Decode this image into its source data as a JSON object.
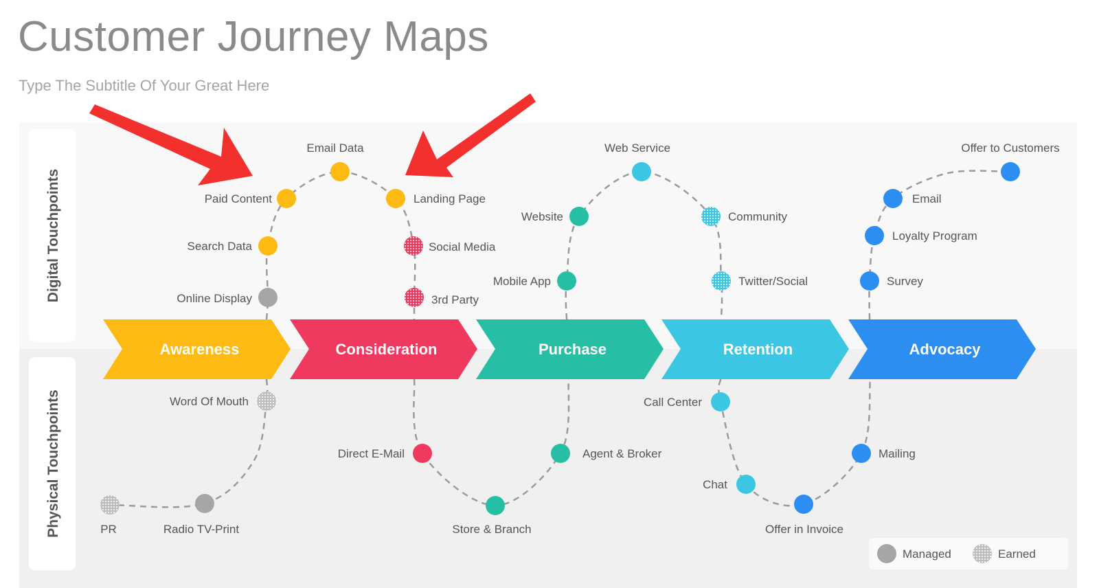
{
  "header": {
    "title": "Customer Journey Maps",
    "subtitle": "Type The Subtitle Of Your Great Here"
  },
  "sections": {
    "digital": "Digital Touchpoints",
    "physical": "Physical Touchpoints"
  },
  "stages": [
    {
      "label": "Awareness",
      "color": "#FDBA12"
    },
    {
      "label": "Consideration",
      "color": "#F0395F"
    },
    {
      "label": "Purchase",
      "color": "#26BFA5"
    },
    {
      "label": "Retention",
      "color": "#3BC7E3"
    },
    {
      "label": "Advocacy",
      "color": "#2B8EF0"
    }
  ],
  "touchpoints": [
    {
      "label": "Email Data",
      "color": "#FDBA12",
      "type": "managed"
    },
    {
      "label": "Paid Content",
      "color": "#FDBA12",
      "type": "managed"
    },
    {
      "label": "Landing Page",
      "color": "#FDBA12",
      "type": "managed"
    },
    {
      "label": "Search Data",
      "color": "#FDBA12",
      "type": "managed"
    },
    {
      "label": "Social Media",
      "color": "#F0395F",
      "type": "earned"
    },
    {
      "label": "Online Display",
      "color": "#A6A6A6",
      "type": "managed"
    },
    {
      "label": "3rd Party",
      "color": "#F0395F",
      "type": "earned"
    },
    {
      "label": "Web Service",
      "color": "#3BC7E3",
      "type": "managed"
    },
    {
      "label": "Website",
      "color": "#26BFA5",
      "type": "managed"
    },
    {
      "label": "Community",
      "color": "#3BC7E3",
      "type": "earned"
    },
    {
      "label": "Mobile App",
      "color": "#26BFA5",
      "type": "managed"
    },
    {
      "label": "Twitter/Social",
      "color": "#3BC7E3",
      "type": "earned"
    },
    {
      "label": "Offer to Customers",
      "color": "#2B8EF0",
      "type": "managed"
    },
    {
      "label": "Email",
      "color": "#2B8EF0",
      "type": "managed"
    },
    {
      "label": "Loyalty Program",
      "color": "#2B8EF0",
      "type": "managed"
    },
    {
      "label": "Survey",
      "color": "#2B8EF0",
      "type": "managed"
    },
    {
      "label": "Word Of Mouth",
      "color": "#A6A6A6",
      "type": "earned"
    },
    {
      "label": "PR",
      "color": "#A6A6A6",
      "type": "earned"
    },
    {
      "label": "Radio TV-Print",
      "color": "#A6A6A6",
      "type": "managed"
    },
    {
      "label": "Direct E-Mail",
      "color": "#F0395F",
      "type": "managed"
    },
    {
      "label": "Store & Branch",
      "color": "#26BFA5",
      "type": "managed"
    },
    {
      "label": "Agent & Broker",
      "color": "#26BFA5",
      "type": "managed"
    },
    {
      "label": "Call Center",
      "color": "#3BC7E3",
      "type": "managed"
    },
    {
      "label": "Chat",
      "color": "#3BC7E3",
      "type": "managed"
    },
    {
      "label": "Offer in Invoice",
      "color": "#2B8EF0",
      "type": "managed"
    },
    {
      "label": "Mailing",
      "color": "#2B8EF0",
      "type": "managed"
    }
  ],
  "legend": {
    "managed": "Managed",
    "earned": "Earned"
  },
  "annotation_color": "#F2302E"
}
